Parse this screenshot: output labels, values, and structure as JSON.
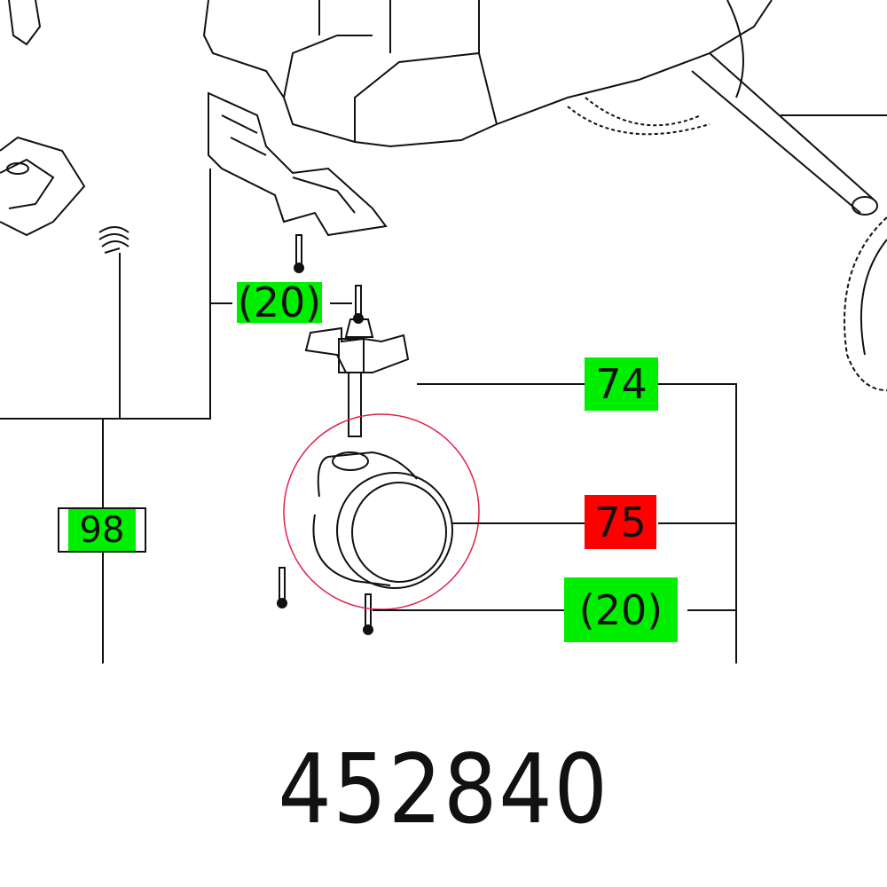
{
  "callouts": [
    {
      "id": "20a",
      "text": "(20)",
      "color": "#00ee00"
    },
    {
      "id": "74",
      "text": "74",
      "color": "#00ee00"
    },
    {
      "id": "75",
      "text": "75",
      "color": "#ff0000"
    },
    {
      "id": "20b",
      "text": "(20)",
      "color": "#00ee00"
    },
    {
      "id": "98",
      "text": "98",
      "color": "#00ee00"
    }
  ],
  "part_number": "452840",
  "highlight_color": "#e0204a"
}
